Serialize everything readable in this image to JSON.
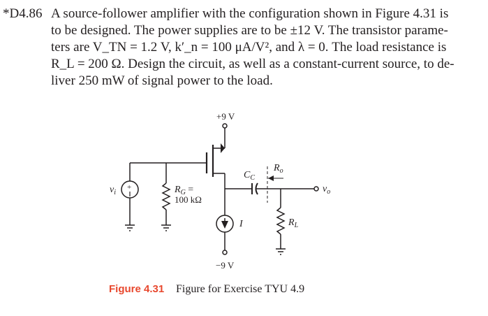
{
  "problem": {
    "number": "*D4.86",
    "lines": [
      "A source-follower amplifier with the configuration shown in Figure 4.31 is",
      "to be designed. The power supplies are to be ±12 V. The transistor parame-",
      "ters are V_TN = 1.2 V, k′_n = 100 μA/V², and λ = 0. The load resistance is",
      "R_L = 200 Ω. Design the circuit, as well as a constant-current source, to de-",
      "liver 250 mW of signal power to the load."
    ]
  },
  "circuit": {
    "vdd": "+9 V",
    "vss": "−9 V",
    "vi": "v",
    "vi_sub": "i",
    "rg_label": "R",
    "rg_sub": "G",
    "rg_eq": " =",
    "rg_value": "100 kΩ",
    "cc": "C",
    "cc_sub": "C",
    "ro": "R",
    "ro_sub": "o",
    "rl": "R",
    "rl_sub": "L",
    "vo": "v",
    "vo_sub": "o",
    "i_src": "I"
  },
  "caption": {
    "label": "Figure 4.31",
    "text": "Figure for Exercise TYU 4.9"
  }
}
